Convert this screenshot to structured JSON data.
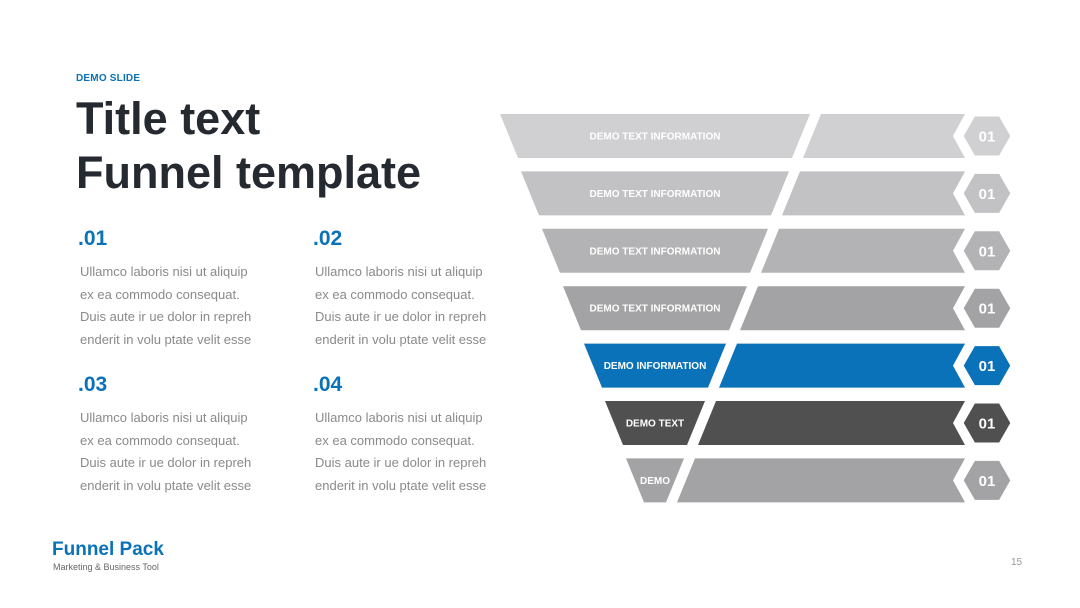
{
  "slide": {
    "kicker": "DEMO SLIDE",
    "title_line1": "Title text",
    "title_line2": "Funnel template",
    "page_number": "15"
  },
  "points": [
    {
      "number": ".01",
      "lines": [
        "Ullamco laboris nisi ut aliquip",
        "ex ea commodo consequat.",
        "Duis aute ir ue dolor in repreh",
        "enderit in volu ptate velit esse"
      ]
    },
    {
      "number": ".02",
      "lines": [
        "Ullamco laboris nisi ut aliquip",
        "ex ea commodo consequat.",
        "Duis aute ir ue dolor in repreh",
        "enderit in volu ptate velit esse"
      ]
    },
    {
      "number": ".03",
      "lines": [
        "Ullamco laboris nisi ut aliquip",
        "ex ea commodo consequat.",
        "Duis aute ir ue dolor in repreh",
        "enderit in volu ptate velit esse"
      ]
    },
    {
      "number": ".04",
      "lines": [
        "Ullamco laboris nisi ut aliquip",
        "ex ea commodo consequat.",
        "Duis aute ir ue dolor in repreh",
        "enderit in volu ptate velit esse"
      ]
    }
  ],
  "funnel": {
    "levels": [
      {
        "label": "DEMO TEXT INFORMATION",
        "badge": "01",
        "color": "#d0d0d2"
      },
      {
        "label": "DEMO TEXT INFORMATION",
        "badge": "01",
        "color": "#c2c2c4"
      },
      {
        "label": "DEMO TEXT INFORMATION",
        "badge": "01",
        "color": "#b3b3b5"
      },
      {
        "label": "DEMO TEXT INFORMATION",
        "badge": "01",
        "color": "#a3a3a5"
      },
      {
        "label": "DEMO INFORMATION",
        "badge": "01",
        "color": "#0a72b8"
      },
      {
        "label": "DEMO TEXT",
        "badge": "01",
        "color": "#505050"
      },
      {
        "label": "DEMO",
        "badge": "01",
        "color": "#a3a3a5"
      }
    ]
  },
  "footer": {
    "brand": "Funnel Pack",
    "tagline": "Marketing & Business Tool"
  }
}
